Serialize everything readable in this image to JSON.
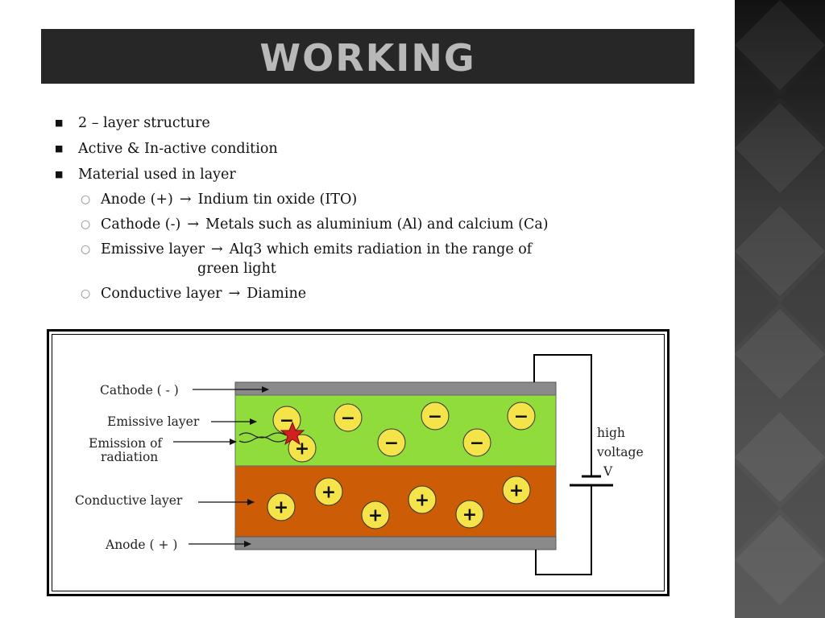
{
  "slide": {
    "title": "WORKING",
    "bullets": [
      "2 – layer structure",
      "Active & In-active condition",
      "Material used in layer"
    ],
    "sub_bullets": [
      {
        "term": "Anode (+)",
        "arrow": "→",
        "desc": "Indium tin oxide (ITO)",
        "cont": ""
      },
      {
        "term": "Cathode (-)",
        "arrow": "→",
        "desc": "Metals such as aluminium (Al) and calcium (Ca)",
        "cont": ""
      },
      {
        "term": "Emissive layer",
        "arrow": "→",
        "desc": "Alq3 which emits radiation in the range of",
        "cont": "green light"
      },
      {
        "term": "Conductive layer",
        "arrow": "→",
        "desc": "Diamine",
        "cont": ""
      }
    ]
  },
  "diagram": {
    "labels": {
      "cathode": "Cathode ( - )",
      "emissive": "Emissive layer",
      "emission_1": "Emission of",
      "emission_2": "radiation",
      "conductive": "Conductive layer",
      "anode": "Anode ( + )",
      "hv_1": "high",
      "hv_2": "voltage",
      "hv_3": "V"
    },
    "signs": {
      "minus": "−",
      "plus": "+"
    },
    "colors": {
      "electrode": "#8a8a8a",
      "emissive_layer": "#8fdc3a",
      "conductive_layer": "#cc5c05",
      "charge": "#f5e34a",
      "spark": "#d21f1f"
    }
  }
}
